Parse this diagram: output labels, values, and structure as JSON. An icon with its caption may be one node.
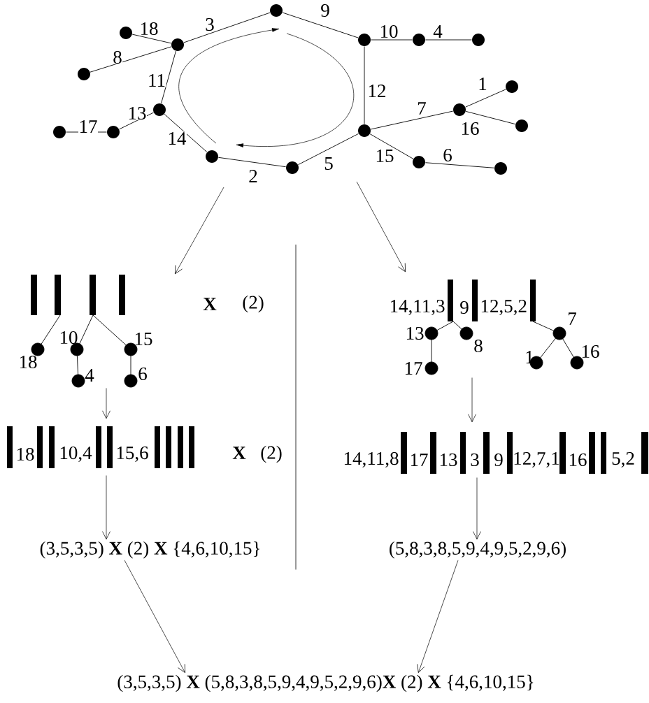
{
  "diagram": {
    "nodes": [
      {
        "text": [],
        "shape": "circle"
      },
      {
        "text": [],
        "shape": "circle"
      },
      {
        "text": [],
        "shape": "circle"
      },
      {
        "text": [],
        "shape": "circle"
      },
      {
        "text": [],
        "shape": "circle"
      },
      {
        "text": [],
        "shape": "circle"
      },
      {
        "text": [],
        "shape": "circle"
      },
      {
        "text": [],
        "shape": "circle"
      },
      {
        "text": [],
        "shape": "circle"
      },
      {
        "text": [],
        "shape": "circle"
      },
      {
        "text": [],
        "shape": "circle"
      },
      {
        "text": [],
        "shape": "circle"
      },
      {
        "text": [],
        "shape": "circle"
      },
      {
        "text": [],
        "shape": "circle"
      },
      {
        "text": [],
        "shape": "circle"
      },
      {
        "text": [],
        "shape": "circle"
      },
      {
        "text": [],
        "shape": "circle"
      },
      {
        "text": [],
        "shape": "circle"
      },
      {
        "text": [
          "10",
          "15",
          "18",
          "4",
          "6"
        ],
        "beside": [
          "X",
          "(2)"
        ]
      },
      {
        "text": [
          "14,11,3",
          "9",
          "12,5,2",
          "7",
          "13",
          "8",
          "1",
          "16",
          "17"
        ]
      },
      {
        "text": [
          "18",
          "10,4",
          "15,6"
        ],
        "beside": [
          "X",
          "(2)"
        ]
      },
      {
        "text": [
          "14,11,8",
          "17",
          "13",
          "3",
          "9",
          "12,7,1",
          "16",
          "5,2"
        ]
      },
      {
        "text": [
          "(3,5,3,5) **X** (2) **X** {4,6,10,15}"
        ]
      },
      {
        "text": [
          "(5,8,3,8,5,9,4,9,5,2,9,6)"
        ]
      },
      {
        "text": [
          "(3,5,3,5) **X** (5,8,3,8,5,9,4,9,5,2,9,6)**X** (2) **X** {4,6,10,15}"
        ]
      }
    ],
    "edges": [
      {
        "from": 5,
        "to": 0,
        "arrow": "none",
        "label": "3"
      },
      {
        "from": 0,
        "to": 2,
        "arrow": "none",
        "label": "9"
      },
      {
        "from": 2,
        "to": 3,
        "arrow": "none",
        "label": "10"
      },
      {
        "from": 3,
        "to": 4,
        "arrow": "none",
        "label": "4"
      },
      {
        "from": 1,
        "to": 5,
        "arrow": "none",
        "label": "18"
      },
      {
        "from": 6,
        "to": 5,
        "arrow": "none",
        "label": "8"
      },
      {
        "from": 5,
        "to": 8,
        "arrow": "none",
        "label": "11"
      },
      {
        "from": 2,
        "to": 11,
        "arrow": "none",
        "label": "12"
      },
      {
        "from": 8,
        "to": 12,
        "arrow": "none",
        "label": "13"
      },
      {
        "from": 12,
        "to": 13,
        "arrow": "none",
        "label": "17"
      },
      {
        "from": 8,
        "to": 14,
        "arrow": "none",
        "label": "14"
      },
      {
        "from": 14,
        "to": 16,
        "arrow": "none",
        "label": "2"
      },
      {
        "from": 16,
        "to": 11,
        "arrow": "none",
        "label": "5"
      },
      {
        "from": 11,
        "to": 9,
        "arrow": "none",
        "label": "7"
      },
      {
        "from": 9,
        "to": 7,
        "arrow": "none",
        "label": "1"
      },
      {
        "from": 9,
        "to": 10,
        "arrow": "none",
        "label": "16"
      },
      {
        "from": 11,
        "to": 15,
        "arrow": "none",
        "label": "15"
      },
      {
        "from": 15,
        "to": 17,
        "arrow": "none",
        "label": "6"
      },
      {
        "from": null,
        "to": 18,
        "arrow": "to"
      },
      {
        "from": null,
        "to": 19,
        "arrow": "to"
      },
      {
        "from": 18,
        "to": 20,
        "arrow": "to"
      },
      {
        "from": 19,
        "to": 21,
        "arrow": "to"
      },
      {
        "from": 20,
        "to": 22,
        "arrow": "to"
      },
      {
        "from": 21,
        "to": 23,
        "arrow": "to"
      },
      {
        "from": 22,
        "to": 24,
        "arrow": "to"
      },
      {
        "from": 23,
        "to": 24,
        "arrow": "to"
      }
    ]
  }
}
